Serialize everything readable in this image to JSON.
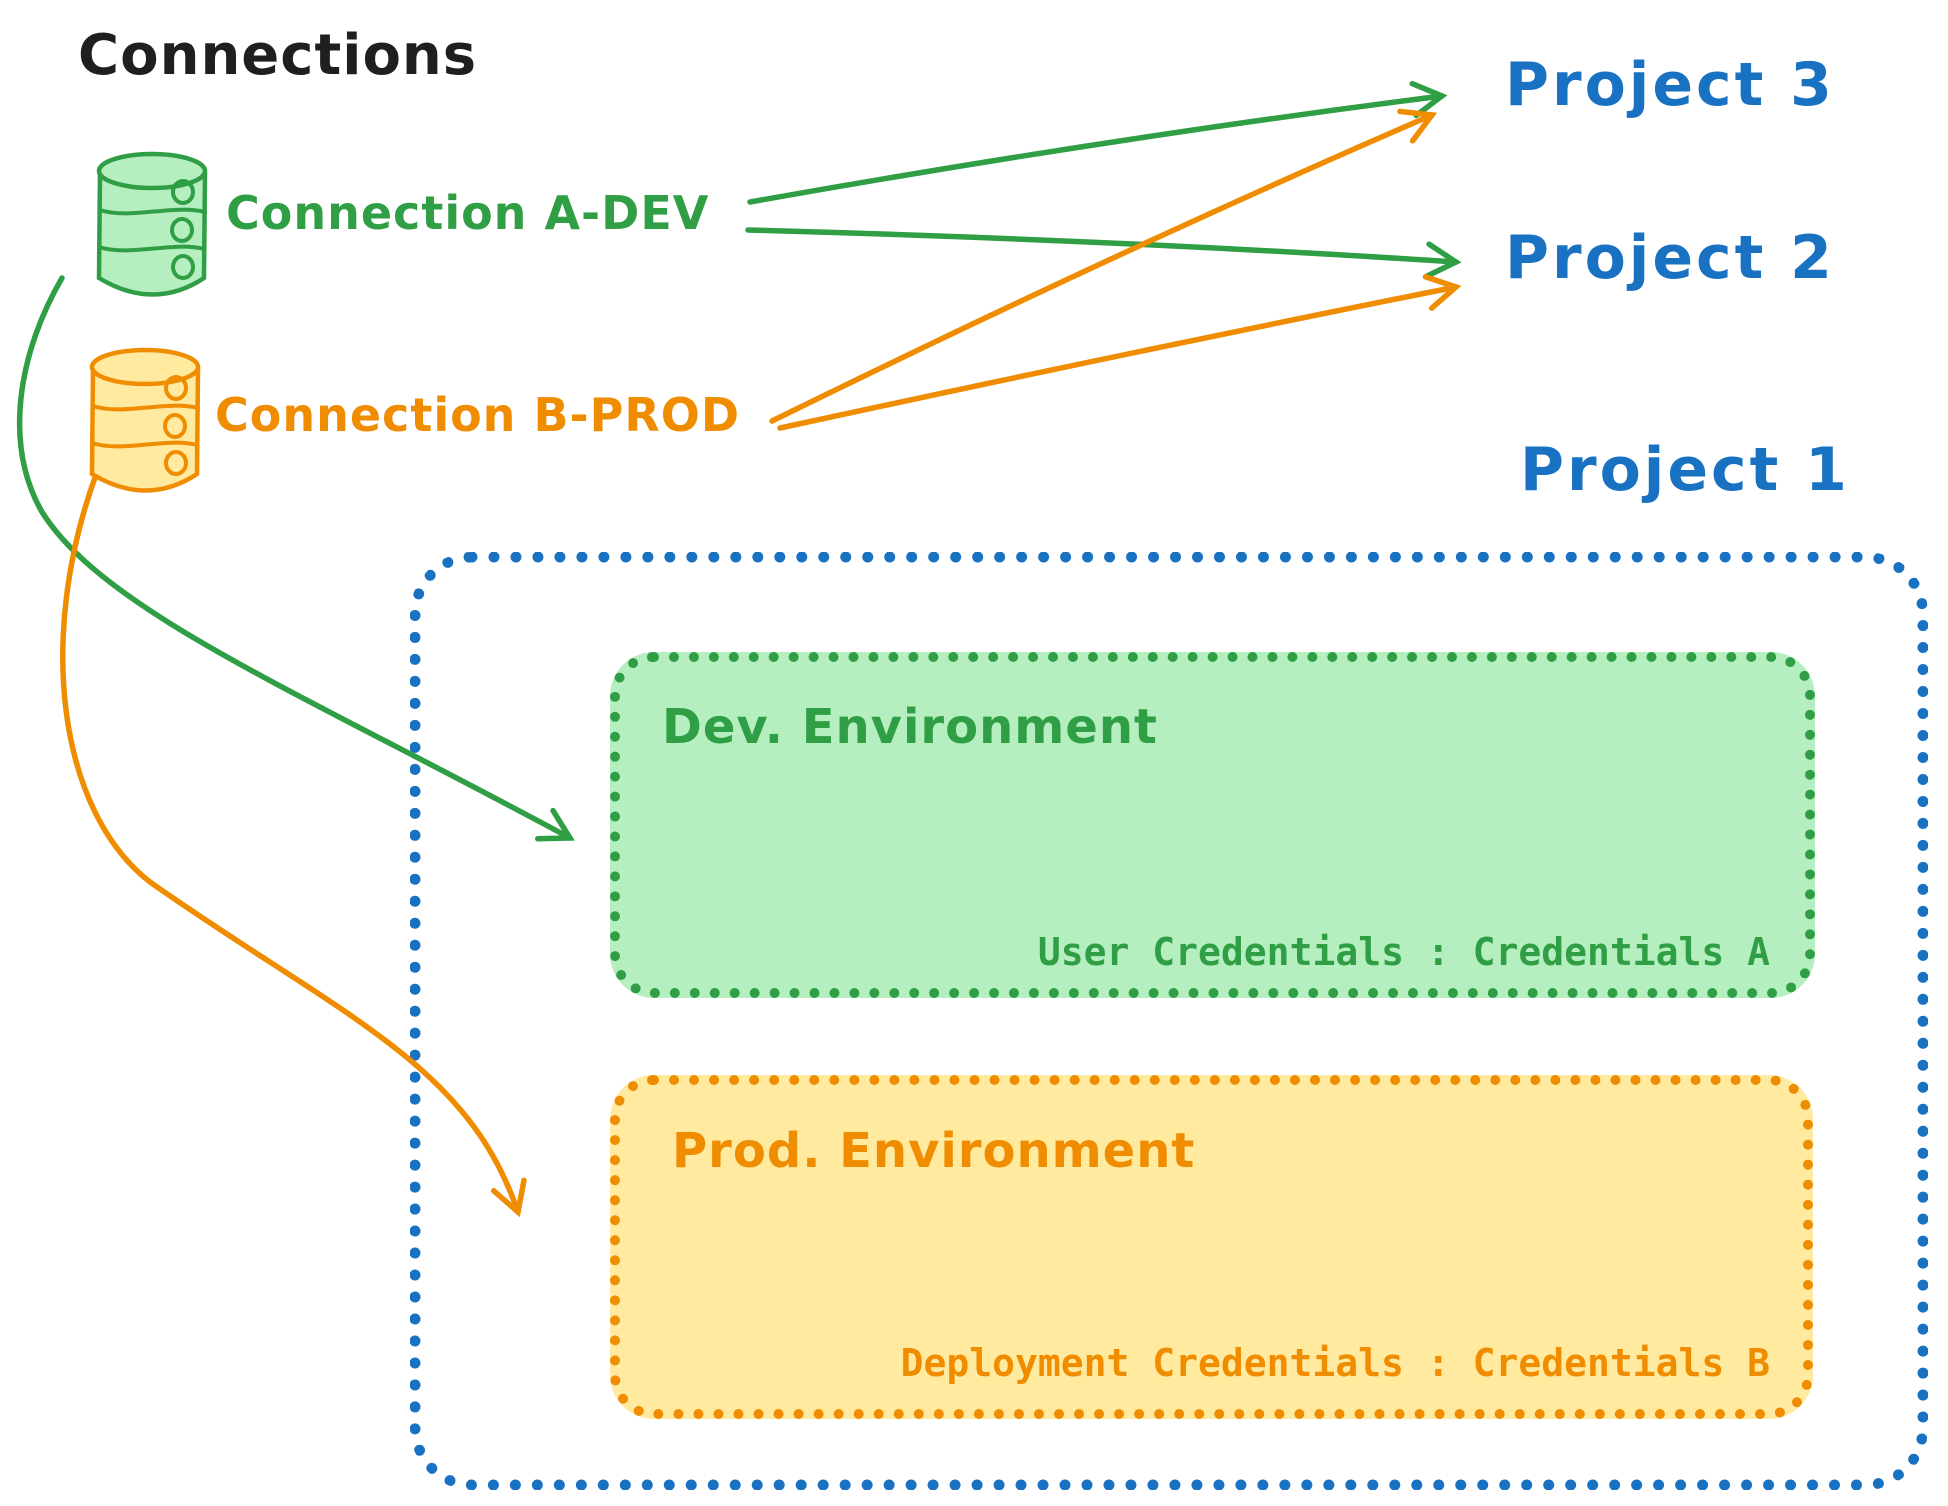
{
  "title": "Connections",
  "connections": {
    "a_dev": "Connection A-DEV",
    "b_prod": "Connection B-PROD"
  },
  "projects": {
    "p3": "Project 3",
    "p2": "Project 2",
    "p1": "Project 1"
  },
  "project1_detail": {
    "dev_env": {
      "title": "Dev. Environment",
      "credentials": "User Credentials : Credentials A"
    },
    "prod_env": {
      "title": "Prod. Environment",
      "credentials": "Deployment Credentials : Credentials B"
    }
  },
  "edges": [
    {
      "from": "Connection A-DEV",
      "to": "Project 3",
      "color": "#2f9e44"
    },
    {
      "from": "Connection A-DEV",
      "to": "Project 2",
      "color": "#2f9e44"
    },
    {
      "from": "Connection B-PROD",
      "to": "Project 3",
      "color": "#f08c00"
    },
    {
      "from": "Connection B-PROD",
      "to": "Project 2",
      "color": "#f08c00"
    },
    {
      "from": "Connection A-DEV",
      "to": "Dev. Environment (Project 1)",
      "color": "#2f9e44"
    },
    {
      "from": "Connection B-PROD",
      "to": "Prod. Environment (Project 1)",
      "color": "#f08c00"
    }
  ],
  "icons": {
    "dev_db": "database-icon",
    "prod_db": "database-icon"
  },
  "colors": {
    "ink": "#1f1f1f",
    "green": "#2f9e44",
    "green_fill": "#b5efc0",
    "orange": "#f08c00",
    "orange_fill": "#ffeaa0",
    "blue": "#1971c2",
    "background": "#ffffff"
  }
}
